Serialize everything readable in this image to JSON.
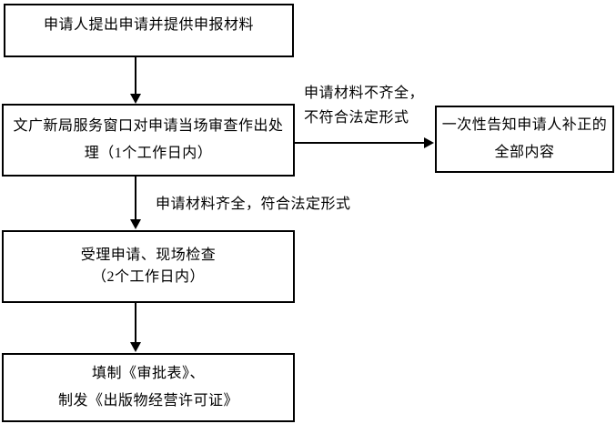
{
  "flowchart": {
    "colors": {
      "background": "#ffffff",
      "line": "#000000",
      "text": "#000000"
    },
    "boxes": {
      "apply": {
        "line1": "申请人提出申请并提供申报材料"
      },
      "review": {
        "line1": "文广新局服务窗口对申请当场审查作出处",
        "line2": "理（1个工作日内）"
      },
      "notify": {
        "line1": "一次性告知申请人补正的",
        "line2": "全部内容"
      },
      "accept": {
        "line1": "受理申请、现场检查",
        "line2": "（2个工作日内）"
      },
      "issue": {
        "line1": "填制《审批表》、",
        "line2": "制发《出版物经营许可证》"
      }
    },
    "labels": {
      "incomplete": {
        "line1": "申请材料不齐全，",
        "line2": "不符合法定形式"
      },
      "complete": {
        "line1": "申请材料齐全，符合法定形式"
      }
    }
  }
}
